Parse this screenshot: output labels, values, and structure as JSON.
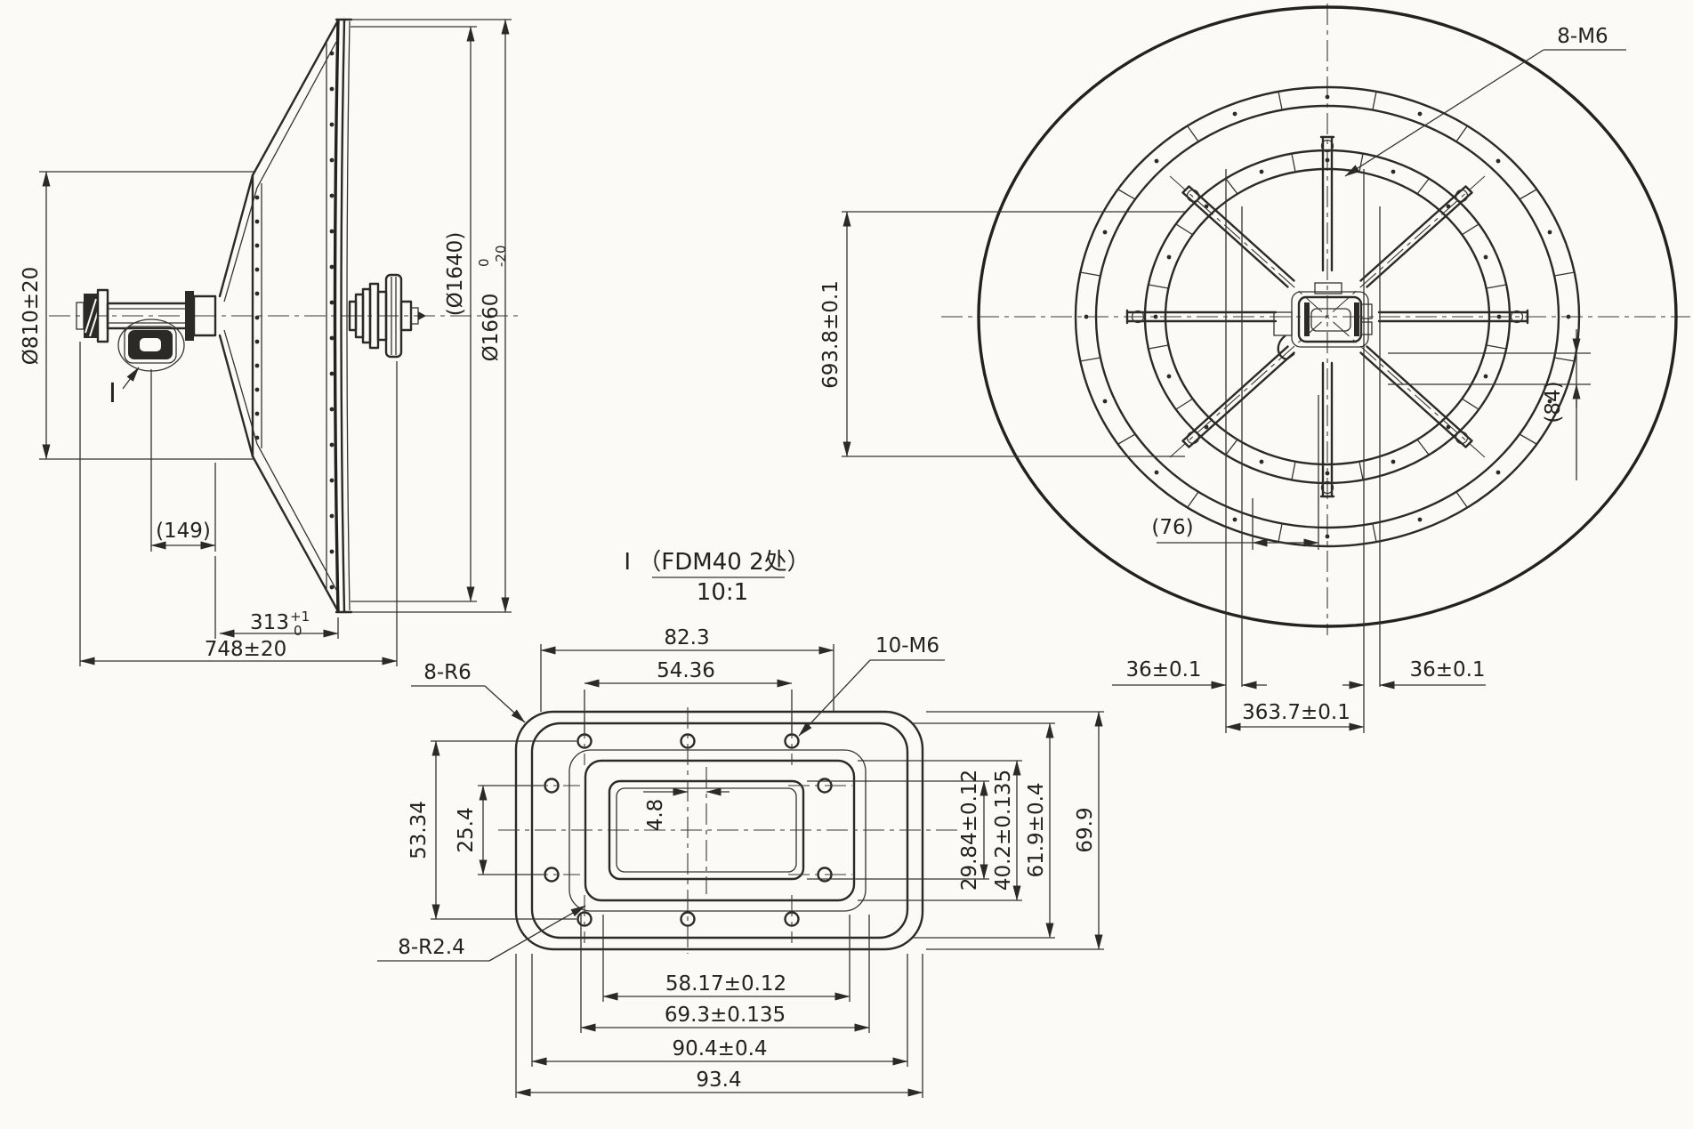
{
  "page": {
    "background": "#fbfaf6",
    "ink": "#2b2a27"
  },
  "side_view": {
    "dim_dia810": "Ø810±20",
    "dim_dia1640": "(Ø1640)",
    "dim_dia1660": "Ø1660",
    "dim_dia1660_tol_up": "0",
    "dim_dia1660_tol_dn": "-20",
    "dim_149": "(149)",
    "dim_313": "313",
    "dim_313_tol_up": "+1",
    "dim_313_tol_dn": "0",
    "dim_748": "748±20",
    "detail_marker": "I"
  },
  "front_view": {
    "label_bolts": "8-M6",
    "dim_dia693": "693.8±0.1",
    "dim_84": "(84)",
    "dim_76": "(76)",
    "dim_36_left": "36±0.1",
    "dim_36_right": "36±0.1",
    "dim_363": "363.7±0.1"
  },
  "detail_view": {
    "title": "I （FDM40 2处）",
    "scale": "10:1",
    "dim_82_3": "82.3",
    "dim_54_36": "54.36",
    "label_10m6": "10-M6",
    "label_8r6": "8-R6",
    "label_8r24": "8-R2.4",
    "dim_53_34": "53.34",
    "dim_25_4": "25.4",
    "dim_4_8": "4.8",
    "dim_29_84": "29.84±0.12",
    "dim_40_2": "40.2±0.135",
    "dim_61_9": "61.9±0.4",
    "dim_69_9": "69.9",
    "dim_58_17": "58.17±0.12",
    "dim_69_3": "69.3±0.135",
    "dim_90_4": "90.4±0.4",
    "dim_93_4": "93.4"
  }
}
